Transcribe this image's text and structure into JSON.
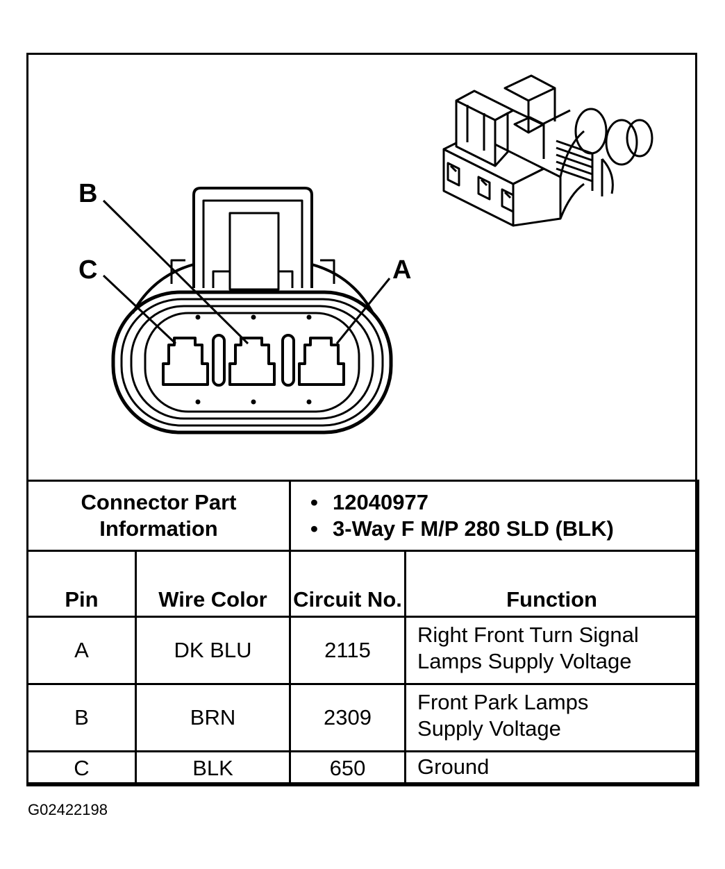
{
  "diagram": {
    "pin_labels": [
      "A",
      "B",
      "C"
    ]
  },
  "table": {
    "connector_part_label": "Connector Part Information",
    "connector_part_values": [
      "12040977",
      "3-Way F M/P 280 SLD (BLK)"
    ],
    "headers": {
      "pin": "Pin",
      "wire_color": "Wire Color",
      "circuit_no": "Circuit No.",
      "function": "Function"
    },
    "rows": [
      {
        "pin": "A",
        "wire_color": "DK BLU",
        "circuit": "2115",
        "function_line1": "Right Front Turn Signal",
        "function_line2": "Lamps Supply Voltage"
      },
      {
        "pin": "B",
        "wire_color": "BRN",
        "circuit": "2309",
        "function_line1": "Front Park Lamps",
        "function_line2": "Supply Voltage"
      },
      {
        "pin": "C",
        "wire_color": "BLK",
        "circuit": "650",
        "function_line1": "Ground",
        "function_line2": ""
      }
    ]
  },
  "figure_id": "G02422198"
}
